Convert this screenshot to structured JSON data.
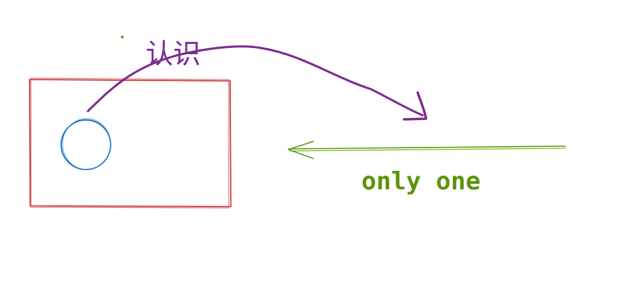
{
  "labels": {
    "recognize": "认识",
    "only_one": "only one"
  },
  "colors": {
    "rect_stroke": "#c92a2a",
    "circle_stroke": "#1971c2",
    "purple": "#7b2d8e",
    "green": "#5c940d"
  },
  "icons": {
    "dot": "small-dot",
    "arrow_curve": "curved-arrow",
    "arrow_left": "left-arrow"
  }
}
